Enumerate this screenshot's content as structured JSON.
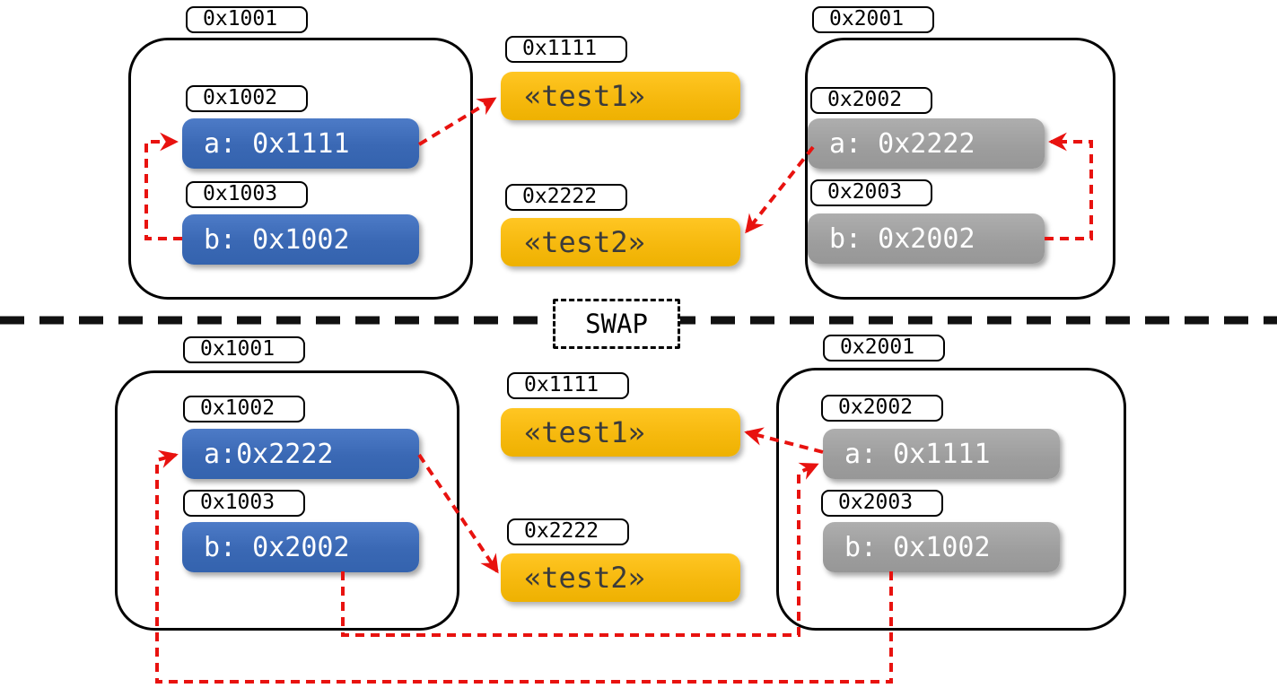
{
  "divider": {
    "label": "SWAP"
  },
  "colors": {
    "cell_blue": "#3E6CB8",
    "cell_gray": "#A2A2A2",
    "string_yellow": "#F5BB13",
    "arrow_red": "#E8120F",
    "outline_black": "#000000"
  },
  "before": {
    "left_frame": {
      "address": "0x1001",
      "cells": [
        {
          "address": "0x1002",
          "value": "a: 0x1111"
        },
        {
          "address": "0x1003",
          "value": "b: 0x1002"
        }
      ]
    },
    "heap": [
      {
        "address": "0x1111",
        "value": "«test1»"
      },
      {
        "address": "0x2222",
        "value": "«test2»"
      }
    ],
    "right_frame": {
      "address": "0x2001",
      "cells": [
        {
          "address": "0x2002",
          "value": "a: 0x2222"
        },
        {
          "address": "0x2003",
          "value": "b: 0x2002"
        }
      ]
    }
  },
  "after": {
    "left_frame": {
      "address": "0x1001",
      "cells": [
        {
          "address": "0x1002",
          "value": "a:0x2222"
        },
        {
          "address": "0x1003",
          "value": "b: 0x2002"
        }
      ]
    },
    "heap": [
      {
        "address": "0x1111",
        "value": "«test1»"
      },
      {
        "address": "0x2222",
        "value": "«test2»"
      }
    ],
    "right_frame": {
      "address": "0x2001",
      "cells": [
        {
          "address": "0x2002",
          "value": "a: 0x1111"
        },
        {
          "address": "0x2003",
          "value": "b: 0x1002"
        }
      ]
    }
  }
}
